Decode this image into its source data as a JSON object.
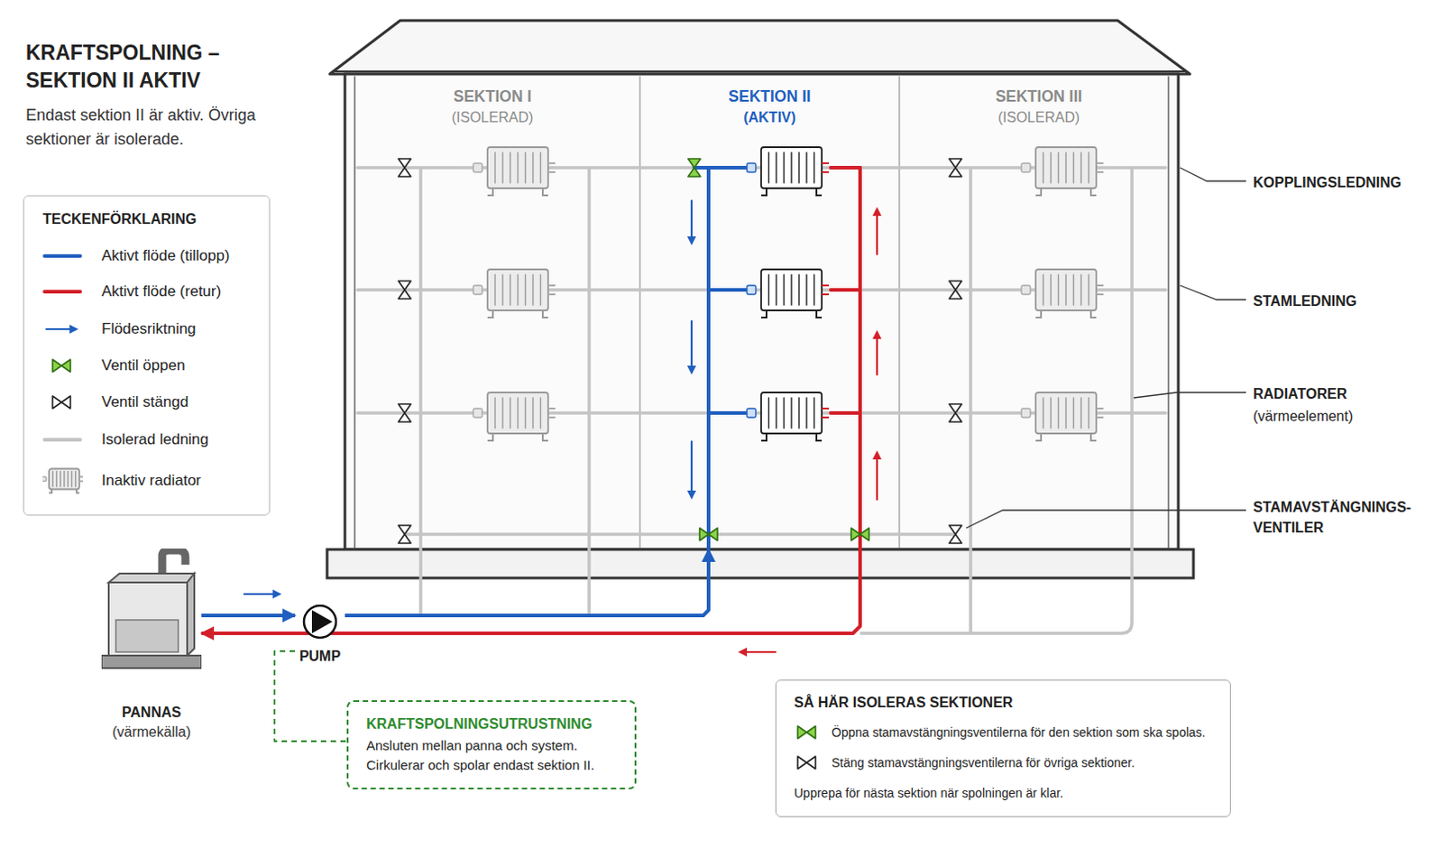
{
  "diagram": {
    "title": "KRAFTSPOLNING – SEKTION II AKTIV",
    "caption": "Endast sektion II är aktiv. Övriga sektioner är isolerade.",
    "nodes": [
      {
        "text": [
          "SEKTION I",
          "(ISOLERAD)"
        ]
      },
      {
        "text": [
          "SEKTION II",
          "(AKTIV)"
        ]
      },
      {
        "text": [
          "SEKTION III",
          "(ISOLERAD)"
        ]
      },
      {
        "text": [
          "PANNAS",
          "(värmekälla)"
        ]
      },
      {
        "text": [
          "PUMP"
        ]
      },
      {
        "text": [
          "KRAFTSPOLNINGSUTRUSTNING",
          "Ansluten mellan panna och system. Cirkulerar och spolar endast sektion II."
        ]
      },
      {
        "text": [
          "SÅ HÄR ISOLERAS SEKTIONER",
          "Öppna stamavstängningsventilerna för den sektion som ska spolas.",
          "Stäng stamavstängningsventilerna för övriga sektioner.",
          "Upprepa för nästa sektion när spolningen är klar."
        ]
      }
    ],
    "edges": [
      {
        "from": 3,
        "to": 4,
        "arrow": "to"
      },
      {
        "from": 4,
        "to": 1,
        "arrow": "to"
      },
      {
        "from": 1,
        "to": 3,
        "arrow": "to"
      },
      {
        "from": 4,
        "to": 5,
        "arrow": "none"
      }
    ],
    "labels": [
      "TECKENFÖRKLARING",
      "KOPPLINGSLEDNING",
      "STAMLEDNING",
      "RADIATORER",
      "(värmeelement)",
      "STAMAVSTÄNGNINGS- VENTILER"
    ],
    "legend": [
      {
        "text": "Aktivt flöde (tillopp)",
        "color": "#1f5fbf"
      },
      {
        "text": "Aktivt flöde (retur)",
        "color": "#d3202a"
      },
      {
        "text": "Flödesriktning"
      },
      {
        "text": "Ventil öppen"
      },
      {
        "text": "Ventil stängd"
      },
      {
        "text": "Isolerad ledning",
        "color": "#c4c4c4"
      },
      {
        "text": "Inaktiv radiator"
      }
    ]
  }
}
